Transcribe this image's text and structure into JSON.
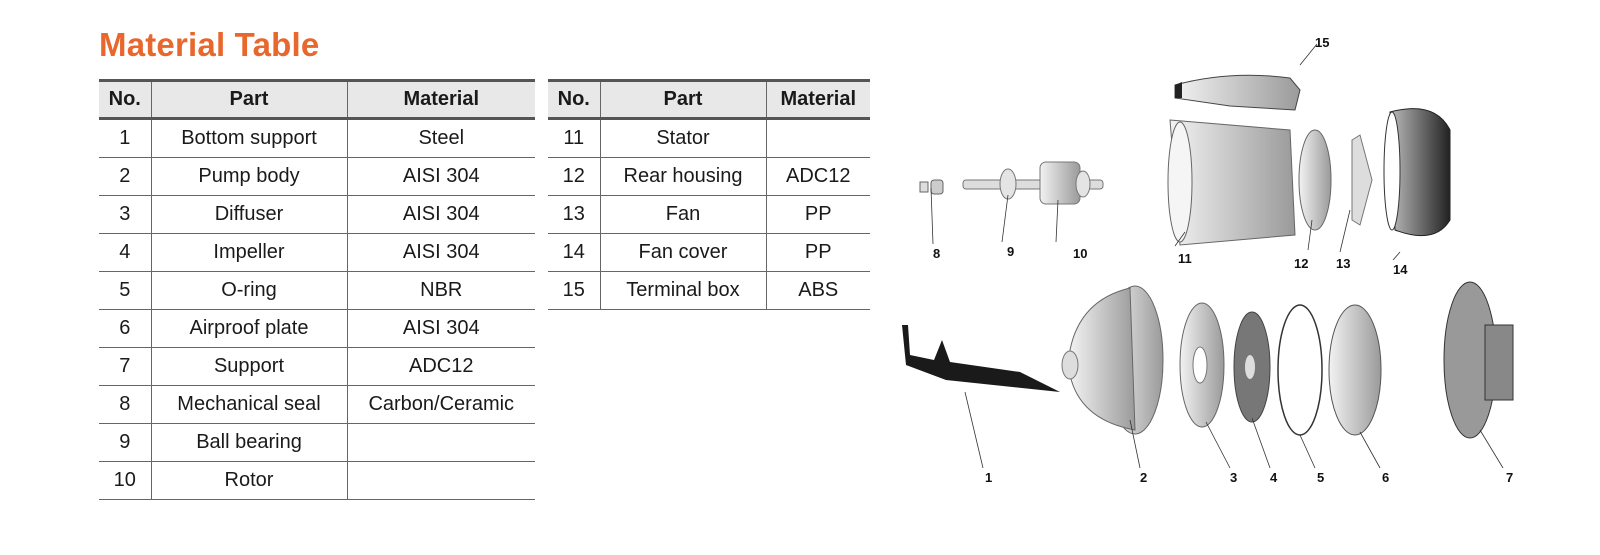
{
  "title": "Material Table",
  "headers": {
    "no": "No.",
    "part": "Part",
    "material": "Material"
  },
  "table1": [
    {
      "no": "1",
      "part": "Bottom support",
      "material": "Steel"
    },
    {
      "no": "2",
      "part": "Pump body",
      "material": "AISI 304"
    },
    {
      "no": "3",
      "part": "Diffuser",
      "material": "AISI 304"
    },
    {
      "no": "4",
      "part": "Impeller",
      "material": "AISI 304"
    },
    {
      "no": "5",
      "part": "O-ring",
      "material": "NBR"
    },
    {
      "no": "6",
      "part": "Airproof plate",
      "material": "AISI 304"
    },
    {
      "no": "7",
      "part": "Support",
      "material": "ADC12"
    },
    {
      "no": "8",
      "part": "Mechanical seal",
      "material": "Carbon/Ceramic"
    },
    {
      "no": "9",
      "part": "Ball bearing",
      "material": ""
    },
    {
      "no": "10",
      "part": "Rotor",
      "material": ""
    }
  ],
  "table2": [
    {
      "no": "11",
      "part": "Stator",
      "material": ""
    },
    {
      "no": "12",
      "part": "Rear housing",
      "material": "ADC12"
    },
    {
      "no": "13",
      "part": "Fan",
      "material": "PP"
    },
    {
      "no": "14",
      "part": "Fan cover",
      "material": "PP"
    },
    {
      "no": "15",
      "part": "Terminal box",
      "material": "ABS"
    }
  ],
  "diagram_labels": [
    "1",
    "2",
    "3",
    "4",
    "5",
    "6",
    "7",
    "8",
    "9",
    "10",
    "11",
    "12",
    "13",
    "14",
    "15"
  ]
}
